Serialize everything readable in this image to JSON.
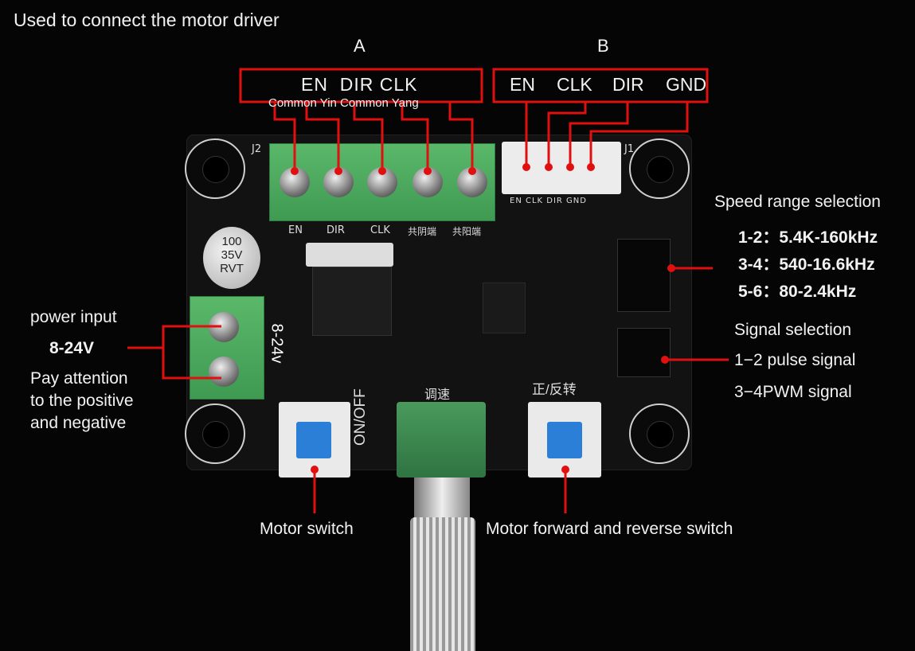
{
  "header": {
    "title": "Used to connect the motor driver"
  },
  "connector_a": {
    "label": "A",
    "pins": "EN  DIR CLK",
    "sub_labels": "Common Yin Common Yang",
    "silk": [
      "EN",
      "DIR",
      "CLK",
      "共阴端",
      "共阳端"
    ]
  },
  "connector_b": {
    "label": "B",
    "pins": [
      "EN",
      "CLK",
      "DIR",
      "GND"
    ],
    "silk": "EN CLK DIR GND"
  },
  "speed": {
    "title": "Speed range selection",
    "rows": [
      "1-2：5.4K-160kHz",
      "3-4：540-16.6kHz",
      "5-6：80-2.4kHz"
    ]
  },
  "signal": {
    "title": "Signal selection",
    "rows": [
      "1−2 pulse signal",
      "3−4PWM signal"
    ]
  },
  "power": {
    "title": "power input",
    "voltage": "8-24V",
    "note": [
      "Pay attention",
      "to the positive",
      "and negative"
    ],
    "silk": "8-24v"
  },
  "capacitor": {
    "lines": [
      "100",
      "35V",
      "RVT"
    ]
  },
  "board_text": {
    "onoff": "ON/OFF",
    "speed_adj": "调速",
    "fwd_rev": "正/反转",
    "j1": "J1",
    "j2": "J2"
  },
  "switches": {
    "motor_switch": "Motor switch",
    "fwd_rev_switch": "Motor forward and reverse switch"
  },
  "colors": {
    "annotation": "#e01010",
    "pcb": "#121212",
    "terminal": "#4aa85c"
  }
}
